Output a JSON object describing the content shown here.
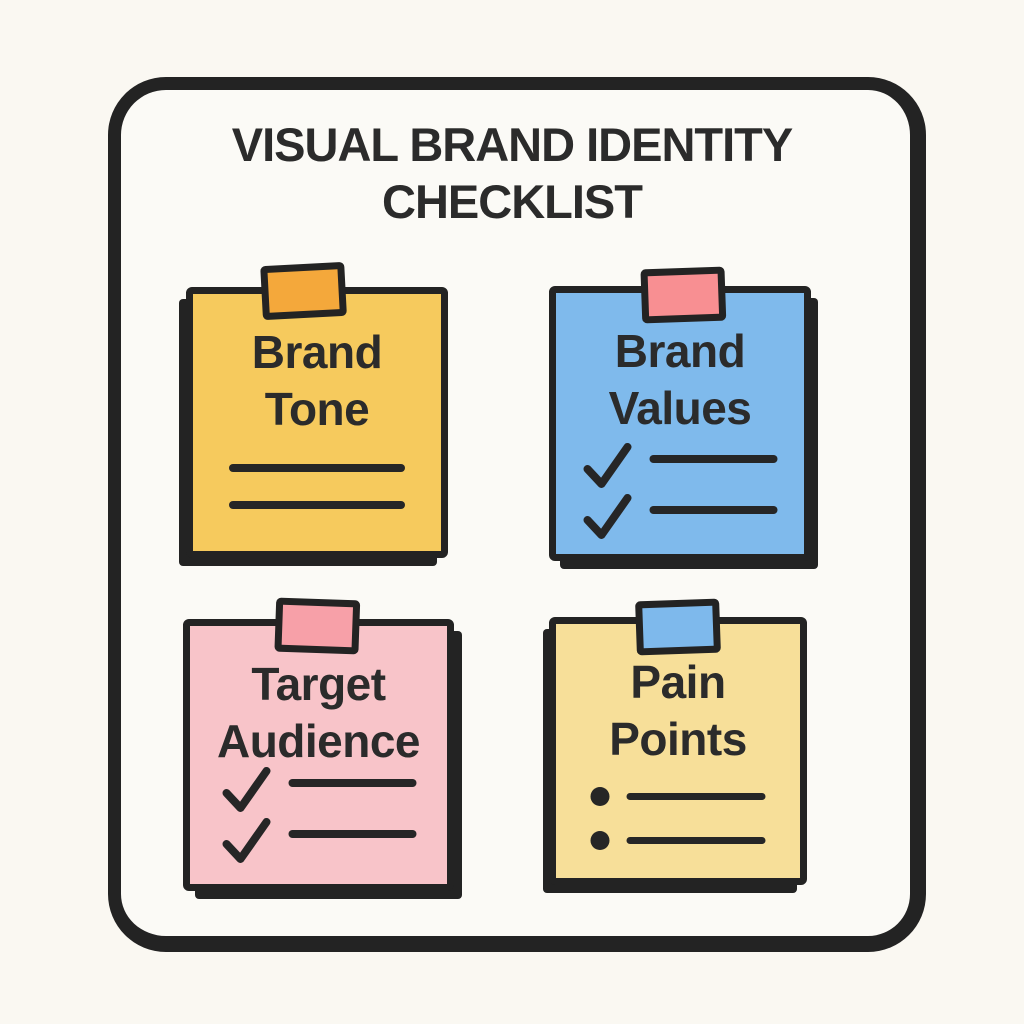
{
  "title": {
    "text": "VISUAL BRAND IDENTITY\nCHECKLIST"
  },
  "colors": {
    "background": "#FAF8F2",
    "frame_outline": "#232323",
    "ink": "#262626",
    "heading_text": "#2B2B2B"
  },
  "notes": [
    {
      "id": "brand-tone",
      "title": "Brand\nTone",
      "note_color": "#F6CA5D",
      "tape_color": "#F4A83B",
      "items": [
        "blank-line",
        "blank-line"
      ]
    },
    {
      "id": "brand-values",
      "title": "Brand\nValues",
      "note_color": "#7FBAEC",
      "tape_color": "#F88F92",
      "items": [
        "checked-line",
        "checked-line"
      ]
    },
    {
      "id": "target-audience",
      "title": "Target\nAudience",
      "note_color": "#F8C4C9",
      "tape_color": "#F7A0A8",
      "items": [
        "checked-line",
        "checked-line"
      ]
    },
    {
      "id": "pain-points",
      "title": "Pain\nPoints",
      "note_color": "#F7DF99",
      "tape_color": "#7EB9EC",
      "items": [
        "bullet-line",
        "bullet-line"
      ]
    }
  ]
}
